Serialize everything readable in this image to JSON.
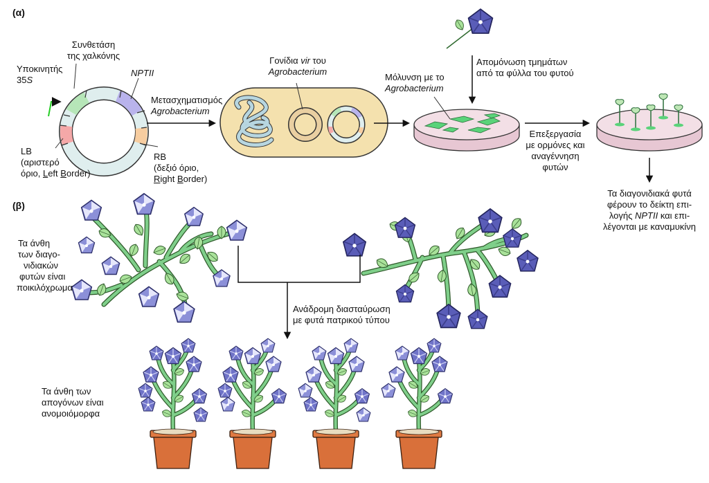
{
  "panel_a": {
    "label": "(α)",
    "promoter_line1": "Υποκινητής",
    "promoter_line2": "35",
    "promoter_line2_italic": "S",
    "chalcone_line1": "Συνθετάση",
    "chalcone_line2": "της χαλκόνης",
    "nptii": "NPTII",
    "lb_line1": "LB",
    "lb_line2": "(αριστερό",
    "lb_line3_a": "όριο, ",
    "lb_line3_u1": "L",
    "lb_line3_b": "eft ",
    "lb_line3_u2": "B",
    "lb_line3_c": "order)",
    "rb_line1": "RB",
    "rb_line2": "(δεξιό όριο,",
    "rb_line3_u1": "R",
    "rb_line3_a": "ight ",
    "rb_line3_u2": "B",
    "rb_line3_b": "order)",
    "transform_line1": "Μετασχηματισμός",
    "transform_line2": "Agrobacterium",
    "vir_line1_a": "Γονίδια ",
    "vir_line1_i": "vir",
    "vir_line1_b": " του",
    "vir_line2": "Agrobacterium",
    "infection_line1": "Μόλυνση με το",
    "infection_line2": "Agrobacterium",
    "isolation_line1": "Απομόνωση τμημάτων",
    "isolation_line2": "από τα φύλλα του φυτού",
    "hormones_line1": "Επεξεργασία",
    "hormones_line2": "με ορμόνες και",
    "hormones_line3": "αναγέννηση",
    "hormones_line4": "φυτών",
    "result_line1": "Τα διαγονιδιακά φυτά",
    "result_line2": "φέρουν το δείκτη επι-",
    "result_line3_a": "λογής ",
    "result_line3_i": "NPTII",
    "result_line3_b": " και επι-",
    "result_line4": "λέγονται με καναμυκίνη"
  },
  "panel_b": {
    "label": "(β)",
    "variegated_line1": "Τα άνθη",
    "variegated_line2": "των διαγο-",
    "variegated_line3": "νιδιακών",
    "variegated_line4": "φυτών είναι",
    "variegated_line5": "ποικιλόχρωμα",
    "backcross_line1": "Ανάδρομη διασταύρωση",
    "backcross_line2": "με φυτά πατρικού τύπου",
    "offspring_line1": "Τα άνθη των",
    "offspring_line2": "απογόνων είναι",
    "offspring_line3": "ανομοιόμορφα"
  },
  "colors": {
    "flower": "#6f73c8",
    "flower_dark": "#4a4c9a",
    "flower_pale": "#c9cbf0",
    "leaf": "#a9e29a",
    "stem": "#7fcf8a",
    "pot": "#d9703a",
    "soil": "#e8dcc0",
    "bacterium": "#f4e1ae",
    "dish": "#e7c7d3",
    "plasmid_ring": "#dfeeee",
    "green_seg": "#b6e6b8",
    "purple_seg": "#b9b3ec",
    "orange_seg": "#f7cda0",
    "red_seg": "#f4a8a8"
  }
}
